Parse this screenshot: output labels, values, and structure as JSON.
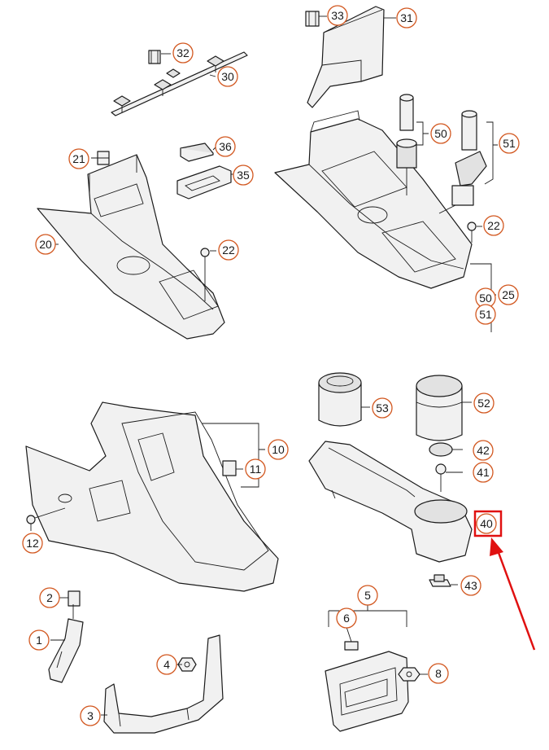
{
  "callouts": {
    "c33": "33",
    "c31": "31",
    "c32": "32",
    "c30": "30",
    "c50a": "50",
    "c51a": "51",
    "c21": "21",
    "c36": "36",
    "c35": "35",
    "c22a": "22",
    "c20": "20",
    "c22b": "22",
    "c25": "25",
    "c50b": "50",
    "c51b": "51",
    "c53": "53",
    "c52": "52",
    "c10": "10",
    "c11": "11",
    "c42": "42",
    "c41": "41",
    "c12": "12",
    "c40": "40",
    "c43": "43",
    "c2": "2",
    "c5": "5",
    "c1": "1",
    "c6": "6",
    "c4": "4",
    "c8": "8",
    "c3": "3"
  },
  "highlight": {
    "callout": "40",
    "color": "#e01010"
  },
  "colors": {
    "bubble_stroke": "#d2571f",
    "line": "#1a1a1a"
  }
}
